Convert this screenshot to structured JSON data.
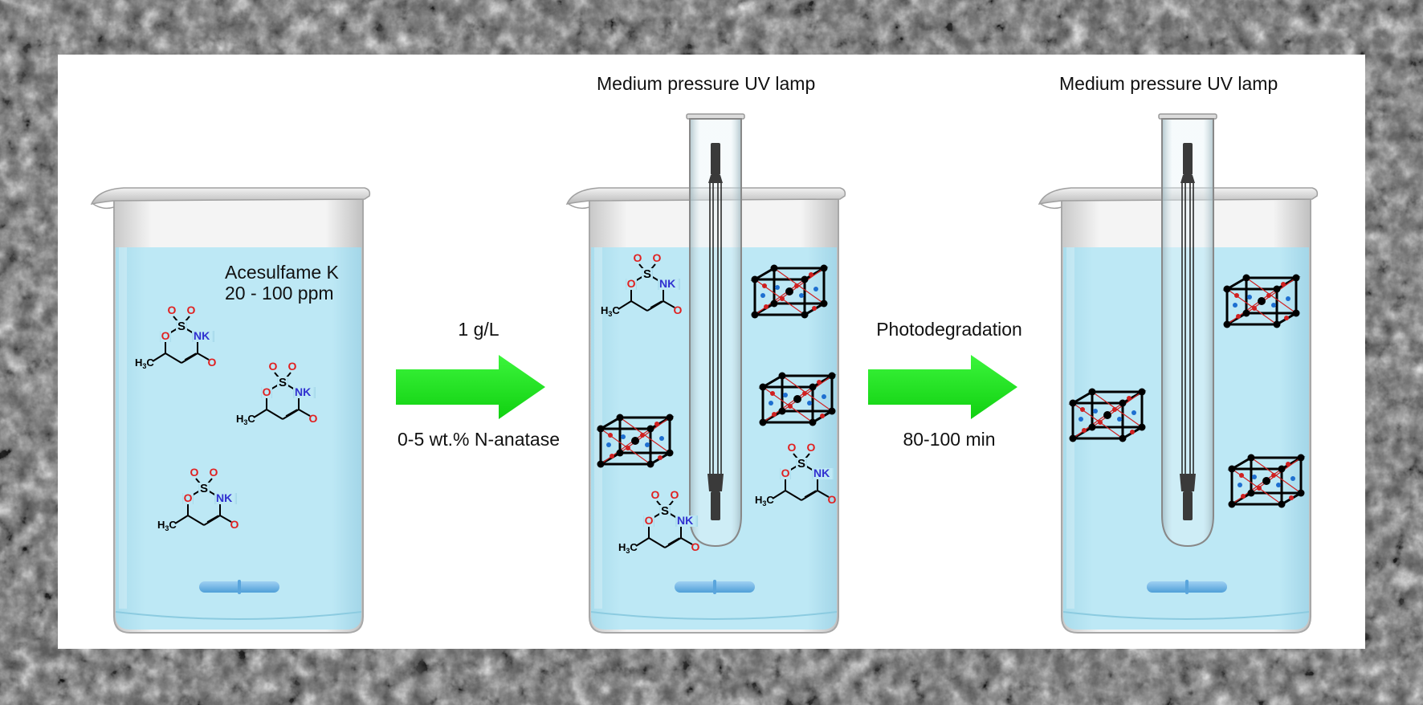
{
  "labels": {
    "acesulfame_name": "Acesulfame K",
    "acesulfame_conc": "20 - 100 ppm",
    "lamp_label_1": "Medium pressure UV lamp",
    "lamp_label_2": "Medium pressure UV lamp",
    "arrow1_top": "1 g/L",
    "arrow1_bottom": "0-5 wt.% N-anatase",
    "arrow2_top": "Photodegradation",
    "arrow2_bottom": "80-100 min"
  },
  "molecule": {
    "o_ring": "O",
    "s": "S",
    "o_top_left": "O",
    "o_top_right": "O",
    "nk": "NK",
    "o_carbonyl": "O",
    "methyl": "H",
    "methyl_sub": "3",
    "methyl_c": "C"
  },
  "colors": {
    "water": "#b8e6f4",
    "water_edge": "#9ad4e6",
    "arrow_green": "#1ee81e",
    "oxygen": "#e02020",
    "nitrogen": "#3030d0",
    "crystal_red": "#d02020",
    "crystal_blue": "#1e6fd0",
    "stir_bar": "#6fb6e8"
  }
}
